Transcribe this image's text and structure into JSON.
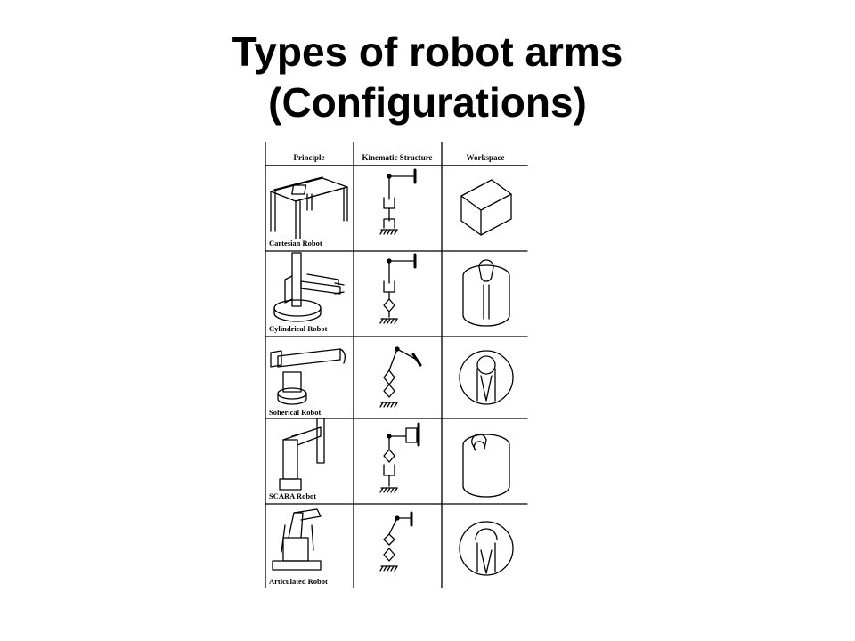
{
  "slide": {
    "title_line1": "Types of robot arms",
    "title_line2": "(Configurations)"
  },
  "table": {
    "columns": [
      "Principle",
      "Kinematic Structure",
      "Workspace"
    ],
    "rows": [
      {
        "label": "Cartesian Robot"
      },
      {
        "label": "Cylindrical Robot"
      },
      {
        "label": "Soherical Robot"
      },
      {
        "label": "SCARA Robot"
      },
      {
        "label": "Articulated Robot"
      }
    ]
  }
}
